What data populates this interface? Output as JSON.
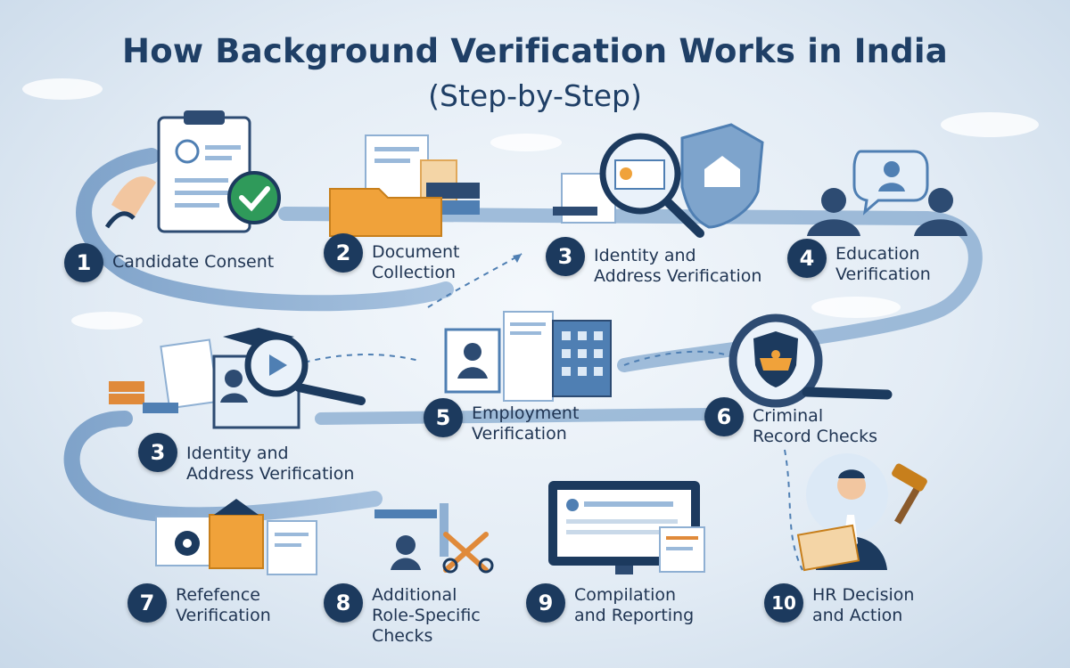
{
  "header": {
    "title": "How Background Verification Works in India",
    "subtitle": "(Step-by-Step)"
  },
  "steps": [
    {
      "number": "1",
      "label": "Candidate Consent"
    },
    {
      "number": "2",
      "label": "Document\nCollection"
    },
    {
      "number": "3",
      "label": "Identity and\nAddress Verification"
    },
    {
      "number": "4",
      "label": "Education\nVerification"
    },
    {
      "number": "3",
      "label": "Identity and\nAddress Verification"
    },
    {
      "number": "5",
      "label": "Employment\nVerification"
    },
    {
      "number": "6",
      "label": "Criminal\nRecord Checks"
    },
    {
      "number": "7",
      "label": "Refefence\nVerification"
    },
    {
      "number": "8",
      "label": "Additional\nRole-Specific\nChecks"
    },
    {
      "number": "9",
      "label": "Compilation\nand Reporting"
    },
    {
      "number": "10",
      "label": "HR Decision\nand Action"
    }
  ],
  "colors": {
    "primary": "#1c3a5e",
    "accent_blue": "#4f7fb3",
    "accent_orange": "#f0a23a",
    "check_green": "#2f9a5a"
  },
  "icons": [
    "clipboard-consent-icon",
    "document-folder-icon",
    "magnifier-id-shield-icon",
    "education-people-icon",
    "certificate-magnifier-icon",
    "employee-building-icon",
    "police-badge-magnifier-icon",
    "reference-gears-icon",
    "role-check-tools-icon",
    "report-monitor-icon",
    "hr-manager-gavel-icon"
  ]
}
